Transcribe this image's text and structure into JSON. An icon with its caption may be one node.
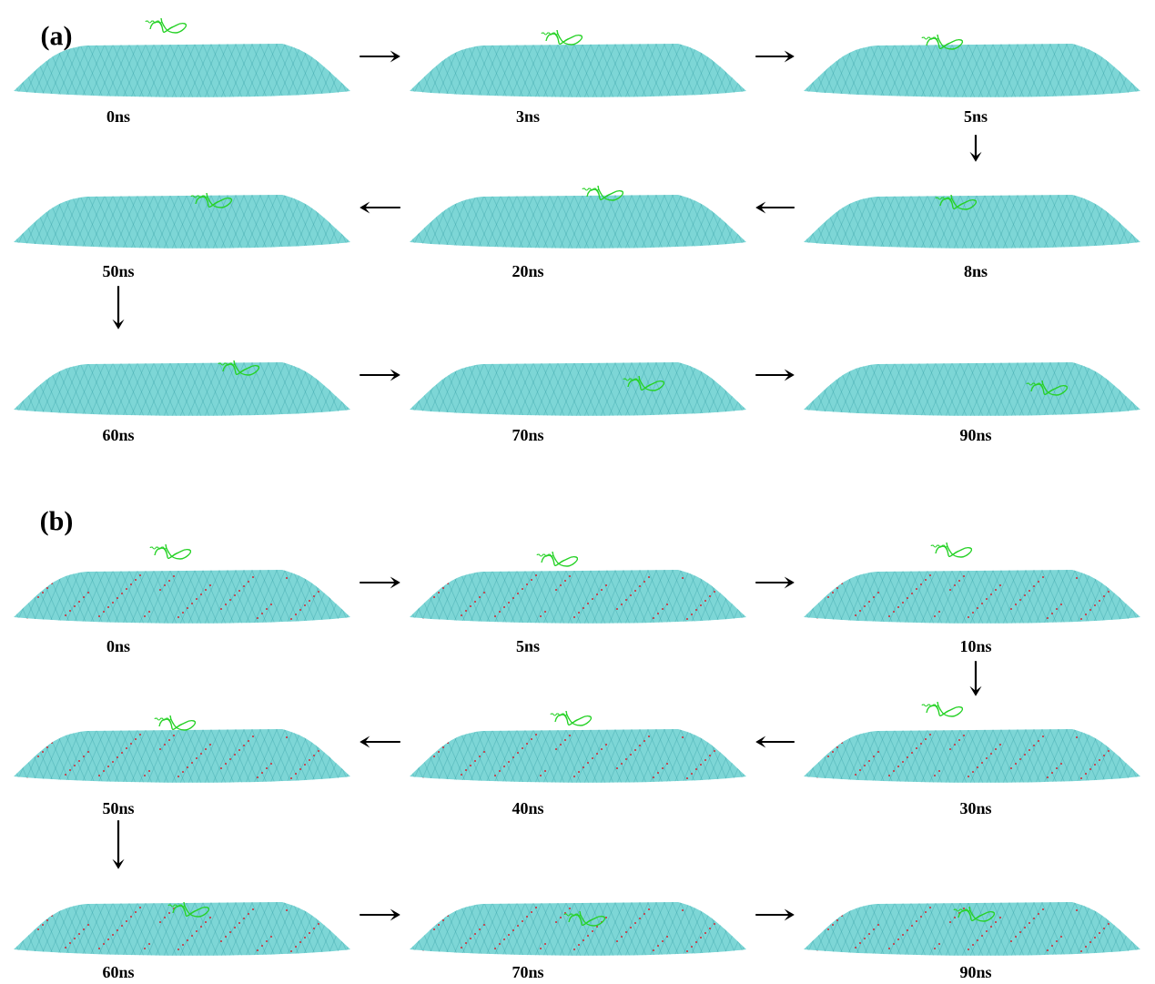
{
  "diagram": {
    "nodes": [
      {
        "text": [],
        "shape": "picture",
        "beside": [
          "0ns"
        ]
      },
      {
        "text": [],
        "shape": "picture",
        "beside": [
          "3ns"
        ]
      },
      {
        "text": [],
        "shape": "picture",
        "beside": [
          "5ns"
        ]
      },
      {
        "text": [],
        "shape": "picture",
        "beside": [
          "50ns"
        ]
      },
      {
        "text": [],
        "shape": "picture",
        "beside": [
          "20ns"
        ]
      },
      {
        "text": [],
        "shape": "picture",
        "beside": [
          "8ns"
        ]
      },
      {
        "text": [],
        "shape": "picture",
        "beside": [
          "60ns"
        ]
      },
      {
        "text": [],
        "shape": "picture",
        "beside": [
          "70ns"
        ]
      },
      {
        "text": [],
        "shape": "picture",
        "beside": [
          "90ns"
        ]
      },
      {
        "text": [],
        "shape": "picture",
        "beside": [
          "0ns"
        ]
      },
      {
        "text": [],
        "shape": "picture",
        "beside": [
          "5ns"
        ]
      },
      {
        "text": [],
        "shape": "picture",
        "beside": [
          "10ns"
        ]
      },
      {
        "text": [],
        "shape": "picture",
        "beside": [
          "50ns"
        ]
      },
      {
        "text": [],
        "shape": "picture",
        "beside": [
          "40ns"
        ]
      },
      {
        "text": [],
        "shape": "picture",
        "beside": [
          "30ns"
        ]
      },
      {
        "text": [],
        "shape": "picture",
        "beside": [
          "60ns"
        ]
      },
      {
        "text": [],
        "shape": "picture",
        "beside": [
          "70ns"
        ]
      },
      {
        "text": [],
        "shape": "picture",
        "beside": [
          "90ns"
        ]
      }
    ],
    "edges": [
      {
        "from": 0,
        "to": 1,
        "arrow": "to"
      },
      {
        "from": 1,
        "to": 2,
        "arrow": "to"
      },
      {
        "from": 2,
        "to": 5,
        "arrow": "to"
      },
      {
        "from": 5,
        "to": 4,
        "arrow": "to"
      },
      {
        "from": 4,
        "to": 3,
        "arrow": "to"
      },
      {
        "from": 3,
        "to": 6,
        "arrow": "to"
      },
      {
        "from": 6,
        "to": 7,
        "arrow": "to"
      },
      {
        "from": 7,
        "to": 8,
        "arrow": "to"
      },
      {
        "from": 9,
        "to": 10,
        "arrow": "to"
      },
      {
        "from": 10,
        "to": 11,
        "arrow": "to"
      },
      {
        "from": 11,
        "to": 14,
        "arrow": "to"
      },
      {
        "from": 14,
        "to": 13,
        "arrow": "to"
      },
      {
        "from": 13,
        "to": 12,
        "arrow": "to"
      },
      {
        "from": 12,
        "to": 15,
        "arrow": "to"
      },
      {
        "from": 15,
        "to": 16,
        "arrow": "to"
      },
      {
        "from": 16,
        "to": 17,
        "arrow": "to"
      }
    ],
    "labels": [
      "(a)",
      "(b)"
    ]
  }
}
